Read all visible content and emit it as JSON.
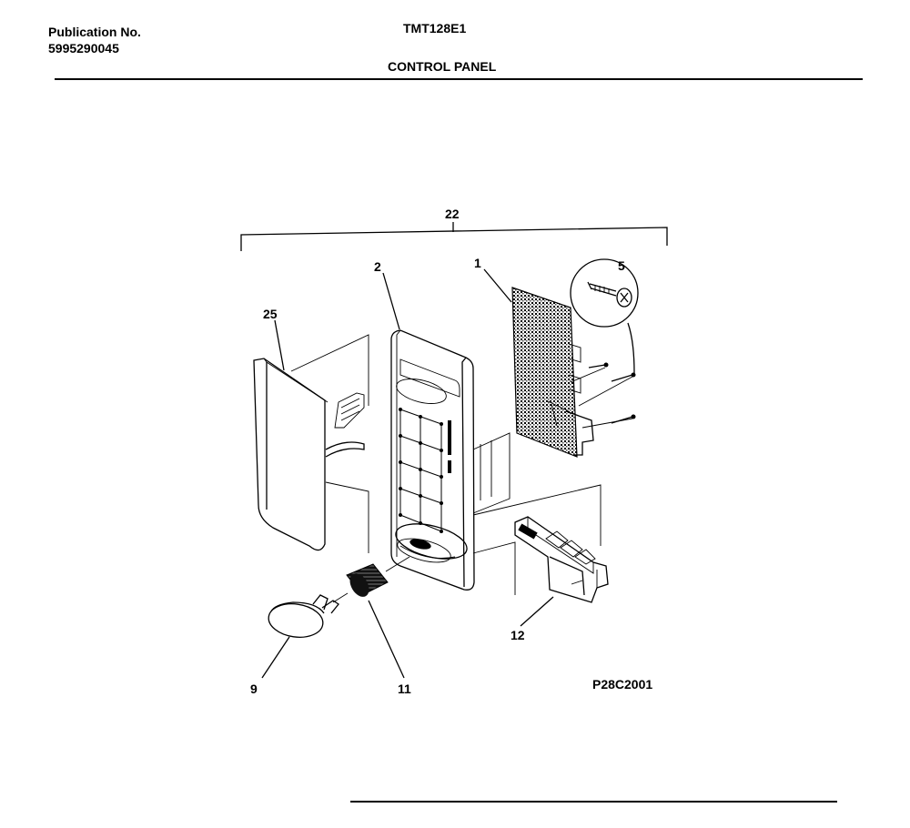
{
  "header": {
    "publication_label": "Publication No.",
    "publication_number": "5995290045",
    "model": "TMT128E1",
    "section_title": "CONTROL PANEL"
  },
  "diagram": {
    "figure_code": "P28C2001",
    "callouts": {
      "assembly": "22",
      "control_panel": "2",
      "circuit_board": "1",
      "screw": "5",
      "overlay": "25",
      "knob": "9",
      "spring": "11",
      "latch_bracket": "12"
    }
  }
}
